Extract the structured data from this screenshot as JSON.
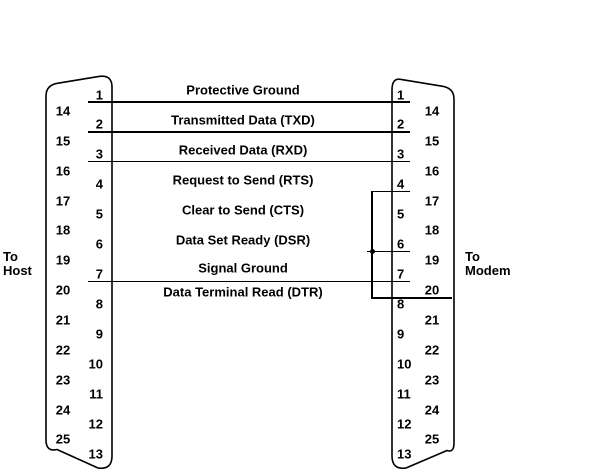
{
  "diagram": {
    "left_label": "To\nHost",
    "right_label": "To\nModem"
  },
  "connectors": {
    "left": {
      "inner_pins": [
        "1",
        "2",
        "3",
        "4",
        "5",
        "6",
        "7",
        "8",
        "9",
        "10",
        "11",
        "12",
        "13"
      ],
      "outer_pins": [
        "14",
        "15",
        "16",
        "17",
        "18",
        "19",
        "20",
        "21",
        "22",
        "23",
        "24",
        "25"
      ]
    },
    "right": {
      "inner_pins": [
        "1",
        "2",
        "3",
        "4",
        "5",
        "6",
        "7",
        "8",
        "9",
        "10",
        "11",
        "12",
        "13"
      ],
      "outer_pins": [
        "14",
        "15",
        "16",
        "17",
        "18",
        "19",
        "20",
        "21",
        "22",
        "23",
        "24",
        "25"
      ]
    }
  },
  "signals": [
    {
      "label": "Protective Ground",
      "wired": true,
      "left_pin": "1",
      "right_pin": "1"
    },
    {
      "label": "Transmitted Data (TXD)",
      "wired": true,
      "left_pin": "2",
      "right_pin": "2"
    },
    {
      "label": "Received Data (RXD)",
      "wired": true,
      "left_pin": "3",
      "right_pin": "3"
    },
    {
      "label": "Request to Send (RTS)",
      "wired": false
    },
    {
      "label": "Clear to Send (CTS)",
      "wired": false
    },
    {
      "label": "Data Set Ready (DSR)",
      "wired": false
    },
    {
      "label": "Signal Ground",
      "wired": true,
      "left_pin": "7",
      "right_pin": "7"
    },
    {
      "label": "Data Terminal Read (DTR)",
      "wired": false
    }
  ],
  "right_jumper": {
    "pins": [
      "4",
      "6",
      "20"
    ],
    "junction_dot_at_pin": "6"
  },
  "colors": {
    "background": "#ffffff",
    "line": "#000000",
    "text": "#000000"
  }
}
